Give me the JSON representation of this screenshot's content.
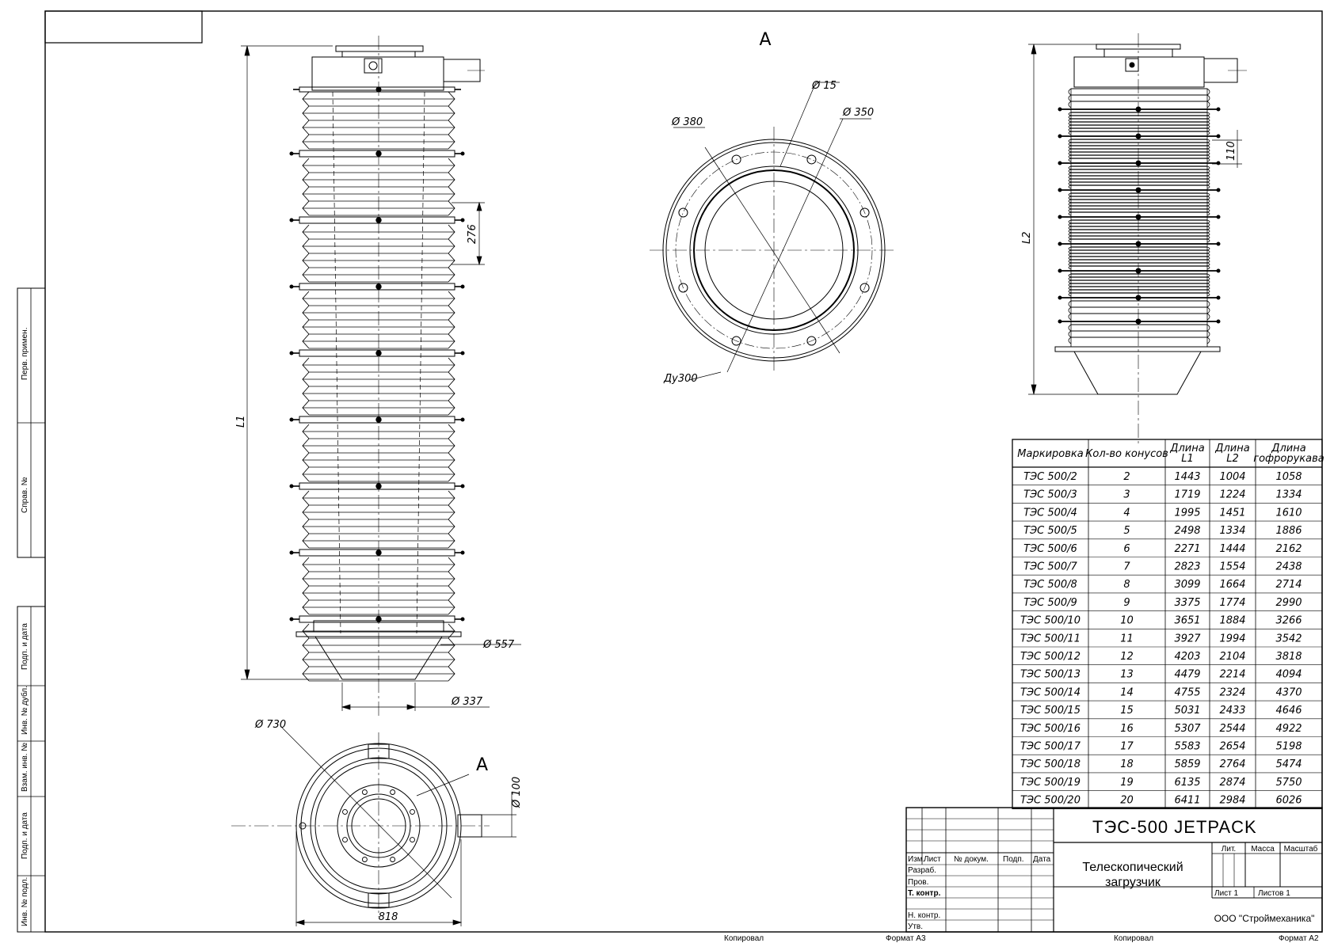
{
  "view_label": "A",
  "top_view_label": "A",
  "dims": {
    "d15": "Ø 15",
    "d380": "Ø 380",
    "d350": "Ø 350",
    "du300": "Ду300",
    "d557": "Ø 557",
    "d337": "Ø 337",
    "d730": "Ø 730",
    "d100": "Ø 100",
    "w818": "818",
    "h276": "276",
    "h110": "110",
    "L1": "L1",
    "L2": "L2"
  },
  "side_stamps": [
    "Перв. примен.",
    "Справ. №",
    "Подп. и дата",
    "Инв. № дубл.",
    "Взам. инв. №",
    "Подп. и дата",
    "Инв. № подл."
  ],
  "spec_table": {
    "headers": [
      [
        "Маркировка"
      ],
      [
        "Кол-во конусов"
      ],
      [
        "Длина",
        "L1"
      ],
      [
        "Длина",
        "L2"
      ],
      [
        "Длина",
        "гофрорукава"
      ]
    ],
    "rows": [
      [
        "ТЭС 500/2",
        "2",
        "1443",
        "1004",
        "1058"
      ],
      [
        "ТЭС 500/3",
        "3",
        "1719",
        "1224",
        "1334"
      ],
      [
        "ТЭС 500/4",
        "4",
        "1995",
        "1451",
        "1610"
      ],
      [
        "ТЭС 500/5",
        "5",
        "2498",
        "1334",
        "1886"
      ],
      [
        "ТЭС 500/6",
        "6",
        "2271",
        "1444",
        "2162"
      ],
      [
        "ТЭС 500/7",
        "7",
        "2823",
        "1554",
        "2438"
      ],
      [
        "ТЭС 500/8",
        "8",
        "3099",
        "1664",
        "2714"
      ],
      [
        "ТЭС 500/9",
        "9",
        "3375",
        "1774",
        "2990"
      ],
      [
        "ТЭС 500/10",
        "10",
        "3651",
        "1884",
        "3266"
      ],
      [
        "ТЭС 500/11",
        "11",
        "3927",
        "1994",
        "3542"
      ],
      [
        "ТЭС 500/12",
        "12",
        "4203",
        "2104",
        "3818"
      ],
      [
        "ТЭС 500/13",
        "13",
        "4479",
        "2214",
        "4094"
      ],
      [
        "ТЭС 500/14",
        "14",
        "4755",
        "2324",
        "4370"
      ],
      [
        "ТЭС 500/15",
        "15",
        "5031",
        "2433",
        "4646"
      ],
      [
        "ТЭС 500/16",
        "16",
        "5307",
        "2544",
        "4922"
      ],
      [
        "ТЭС 500/17",
        "17",
        "5583",
        "2654",
        "5198"
      ],
      [
        "ТЭС 500/18",
        "18",
        "5859",
        "2764",
        "5474"
      ],
      [
        "ТЭС 500/19",
        "19",
        "6135",
        "2874",
        "5750"
      ],
      [
        "ТЭС 500/20",
        "20",
        "6411",
        "2984",
        "6026"
      ]
    ]
  },
  "title_block": {
    "designation": "ТЭС-500 JETPACK",
    "name_line1": "Телескопический",
    "name_line2": "загрузчик",
    "col_izm": "Изм.",
    "col_list": "Лист",
    "col_doc": "№ докум.",
    "col_podp": "Подп.",
    "col_data": "Дата",
    "razrab": "Разраб.",
    "prov": "Пров.",
    "tkontr": "Т. контр.",
    "nkontr": "Н. контр.",
    "utv": "Утв.",
    "lit": "Лит.",
    "massa": "Масса",
    "masshtab": "Масштаб",
    "sheet": "Лист 1",
    "sheets": "Листов 1",
    "company": "ООО \"Строймеханика\""
  },
  "footer": {
    "copied1": "Копировал",
    "format1": "Формат А3",
    "copied2": "Копировал",
    "format2": "Формат А2"
  }
}
